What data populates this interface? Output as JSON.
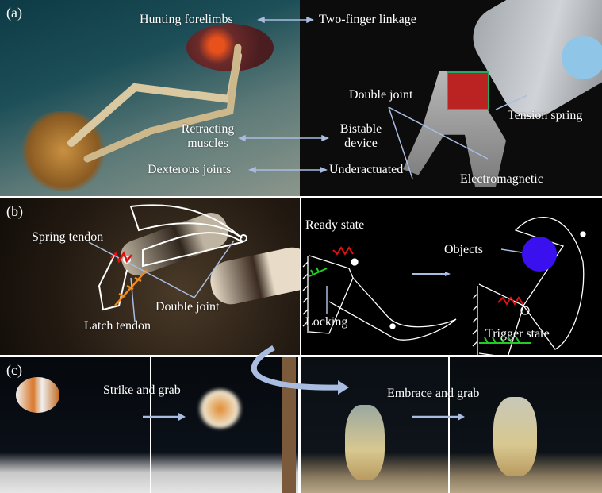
{
  "panels": {
    "a": {
      "letter": "(a)",
      "hunting_forelimbs": "Hunting forelimbs",
      "two_finger_linkage": "Two-finger linkage",
      "double_joint": "Double joint",
      "tension_spring": "Tension spring",
      "retracting": "Retracting",
      "muscles": "muscles",
      "bistable": "Bistable",
      "device": "device",
      "dexterous_joints": "Dexterous joints",
      "underactuated": "Underactuated",
      "electromagnetic": "Electromagnetic"
    },
    "b": {
      "letter": "(b)",
      "spring_tendon": "Spring tendon",
      "double_joint": "Double joint",
      "latch_tendon": "Latch tendon",
      "ready_state": "Ready state",
      "objects": "Objects",
      "locking": "Locking",
      "trigger_state": "Trigger state"
    },
    "c": {
      "letter": "(c)",
      "strike_and_grab": "Strike and grab",
      "embrace_and_grab": "Embrace and grab"
    }
  },
  "colors": {
    "arrow": "#a9bde0",
    "spring": "#e01010",
    "latch": "#f08a1c",
    "locking": "#22cc22",
    "object": "#3a10ee"
  }
}
